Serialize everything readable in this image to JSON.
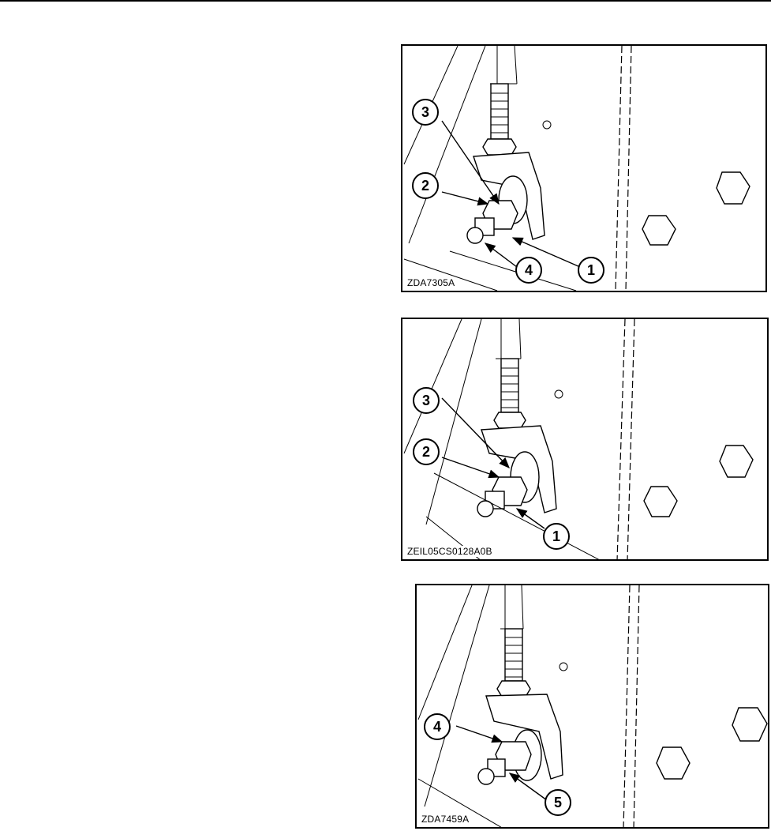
{
  "figures": [
    {
      "code": "ZDA7305A",
      "callouts": [
        "3",
        "2",
        "4",
        "1"
      ]
    },
    {
      "code": "ZEIL05CS0128A0B",
      "callouts": [
        "3",
        "2",
        "1"
      ]
    },
    {
      "code": "ZDA7459A",
      "callouts": [
        "4",
        "5"
      ]
    }
  ]
}
